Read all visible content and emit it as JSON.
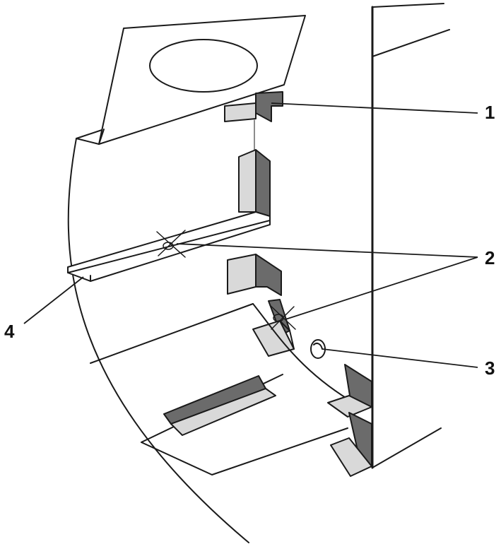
{
  "diagram": {
    "colors": {
      "line": "#1a1a1a",
      "light_fill": "#d9d9d9",
      "dark_fill": "#6b6b6b",
      "background": "#ffffff"
    },
    "callouts": [
      {
        "id": "1",
        "label": "1"
      },
      {
        "id": "2",
        "label": "2"
      },
      {
        "id": "3",
        "label": "3"
      },
      {
        "id": "4",
        "label": "4"
      }
    ]
  }
}
